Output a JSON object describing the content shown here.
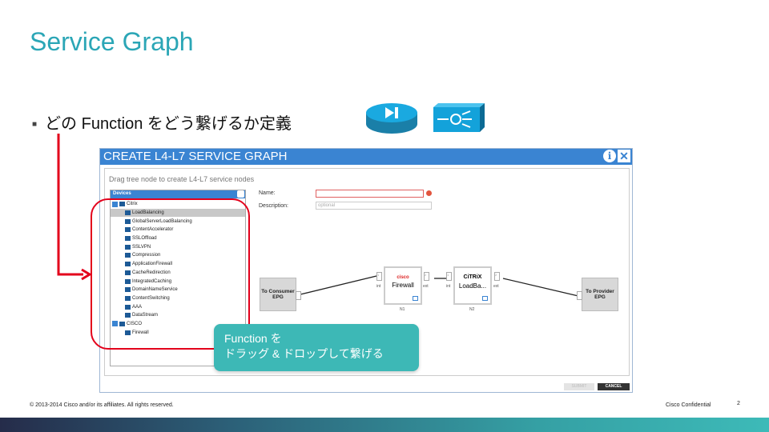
{
  "slide": {
    "title": "Service Graph",
    "bullet": "どの Function をどう繋げるか定義",
    "callout_line1": "Function を",
    "callout_line2": "ドラッグ & ドロップして繋げる"
  },
  "dialog": {
    "title": "CREATE L4-L7 SERVICE GRAPH",
    "info": "i",
    "close": "✕",
    "hint": "Drag tree node to create L4-L7 service nodes",
    "tree": {
      "header": "Devices",
      "groups": [
        {
          "label": "Citrix",
          "items": [
            "LoadBalancing",
            "GlobalServerLoadBalancing",
            "ContentAccelerator",
            "SSLOffload",
            "SSLVPN",
            "Compression",
            "ApplicationFirewall",
            "CacheRedirection",
            "IntegratedCaching",
            "DomainNameService",
            "ContentSwitching",
            "AAA",
            "DataStream"
          ]
        },
        {
          "label": "CISCO",
          "items": [
            "Firewall"
          ]
        }
      ]
    },
    "form": {
      "name_label": "Name:",
      "name_value": "",
      "description_label": "Description:",
      "description_placeholder": "optional"
    },
    "graph": {
      "consumer": "To Consumer EPG",
      "provider": "To Provider EPG",
      "nodes": [
        {
          "vendor": "cisco",
          "name": "Firewall",
          "id": "N1"
        },
        {
          "vendor": "CiTRiX",
          "name": "LoadBa...",
          "id": "N2"
        }
      ],
      "port_in": "1",
      "port_out": "2",
      "int": "int",
      "ext": "ext"
    },
    "submit": "SUBMIT",
    "cancel": "CANCEL"
  },
  "footer": {
    "copyright": "© 2013-2014  Cisco and/or  its affiliates.  All rights reserved.",
    "confidential": "Cisco Confidential",
    "page": "2"
  },
  "colors": {
    "title": "#2ba6b6",
    "dialog_bar": "#3a84d2",
    "highlight": "#e3001b",
    "callout": "#3db8b6"
  }
}
